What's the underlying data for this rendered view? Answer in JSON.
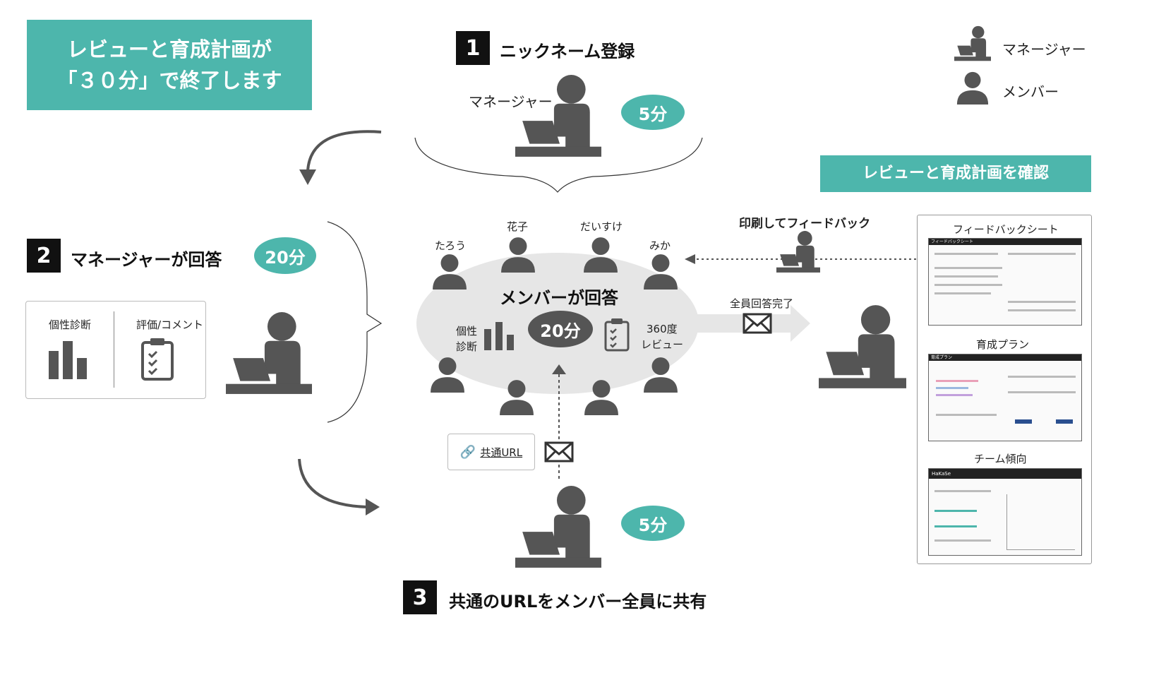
{
  "header": {
    "line1": "レビューと育成計画が",
    "line2": "「３０分」で終了します"
  },
  "legend": {
    "manager": "マネージャー",
    "member": "メンバー"
  },
  "step1": {
    "number": "1",
    "title": "ニックネーム登録",
    "role": "マネージャー",
    "time": "5分"
  },
  "step2": {
    "number": "2",
    "title": "マネージャーが回答",
    "time": "20分",
    "card": {
      "left": "個性診断",
      "right": "評価/コメント"
    }
  },
  "step3": {
    "number": "3",
    "title": "共通のURLをメンバー全員に共有",
    "time": "5分",
    "link": "共通URL"
  },
  "center": {
    "title": "メンバーが回答",
    "time": "20分",
    "left_label_1": "個性",
    "left_label_2": "診断",
    "right_label_1": "360度",
    "right_label_2": "レビュー",
    "members": [
      "たろう",
      "花子",
      "だいすけ",
      "みか"
    ]
  },
  "complete": "全員回答完了",
  "print": "印刷してフィードバック",
  "right": {
    "header": "レビューと育成計画を確認",
    "sheet1": "フィードバックシート",
    "sheet2": "育成プラン",
    "sheet3": "チーム傾向",
    "mini1_title": "フィードバックシート",
    "mini2_title": "育成プラン",
    "mini3_title": "HaKaSe"
  },
  "colors": {
    "teal": "#4db6ac",
    "icon": "#555555",
    "ellipse": "#e6e6e6"
  }
}
